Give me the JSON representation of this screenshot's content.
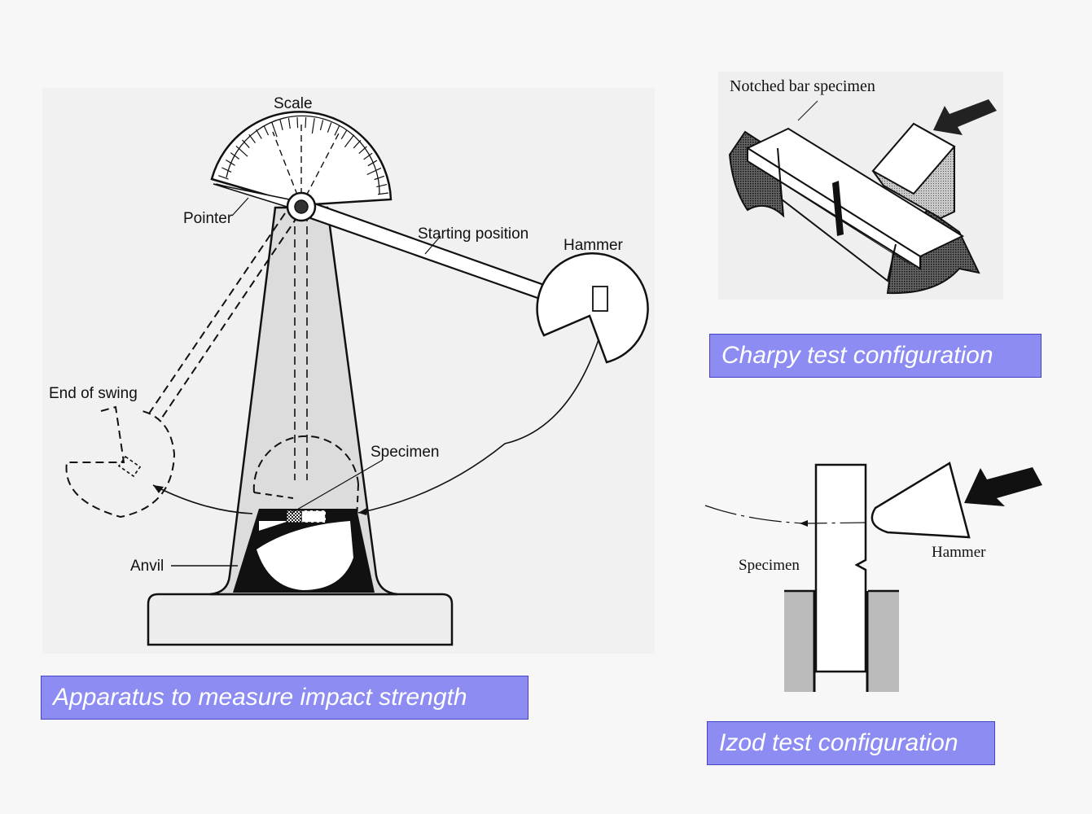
{
  "apparatus": {
    "caption": "Apparatus to measure impact strength",
    "labels": {
      "scale": "Scale",
      "pointer": "Pointer",
      "starting_position": "Starting position",
      "hammer": "Hammer",
      "end_of_swing": "End of swing",
      "specimen": "Specimen",
      "anvil": "Anvil"
    }
  },
  "charpy": {
    "caption": "Charpy test configuration",
    "labels": {
      "specimen": "Notched bar specimen"
    }
  },
  "izod": {
    "caption": "Izod test configuration",
    "labels": {
      "specimen": "Specimen",
      "hammer": "Hammer"
    }
  },
  "colors": {
    "caption_bg": "#8c8cf2",
    "caption_border": "#4444c4",
    "caption_text": "#ffffff",
    "line": "#111111",
    "tower_fill": "#dcdcdc",
    "stipple": "#9a9a9a"
  }
}
